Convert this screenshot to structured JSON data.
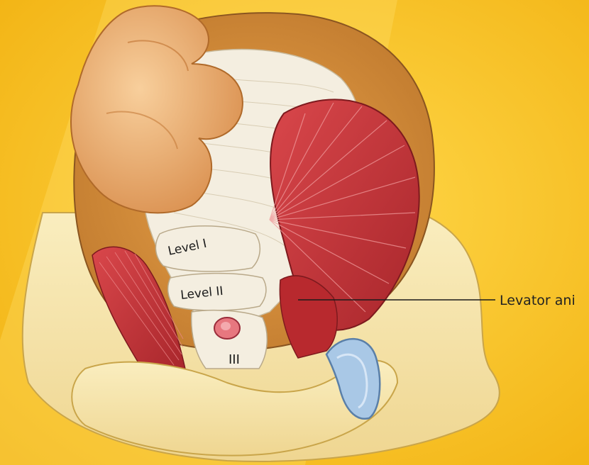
{
  "labels": {
    "level_1": "Level I",
    "level_2": "Level II",
    "level_3": "III",
    "levator_ani": "Levator ani"
  },
  "colors": {
    "background": "#f6c21f",
    "muscle": "#c7363a",
    "fascia": "#f4eee0",
    "uterus": "#f0b77a",
    "skin": "#f7e7a9",
    "ring": "#a9c8e6"
  }
}
